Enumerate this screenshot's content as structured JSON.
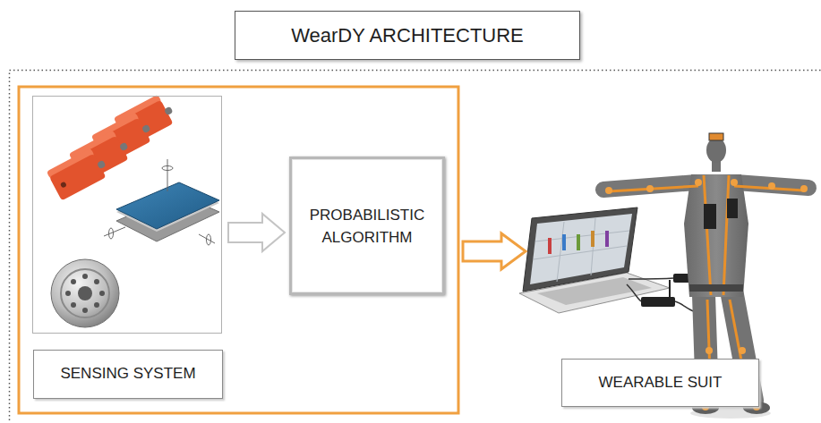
{
  "diagram": {
    "title": "WearDY ARCHITECTURE",
    "nodes": [
      {
        "text": [
          "SENSING SYSTEM"
        ]
      },
      {
        "text": [
          "PROBABILISTIC ALGORITHM"
        ]
      },
      {
        "text": [
          "WEARABLE SUIT"
        ]
      }
    ],
    "edges": [
      {
        "from": 0,
        "to": 1,
        "arrow": "to"
      },
      {
        "from": 1,
        "to": 2,
        "arrow": "to"
      }
    ]
  }
}
